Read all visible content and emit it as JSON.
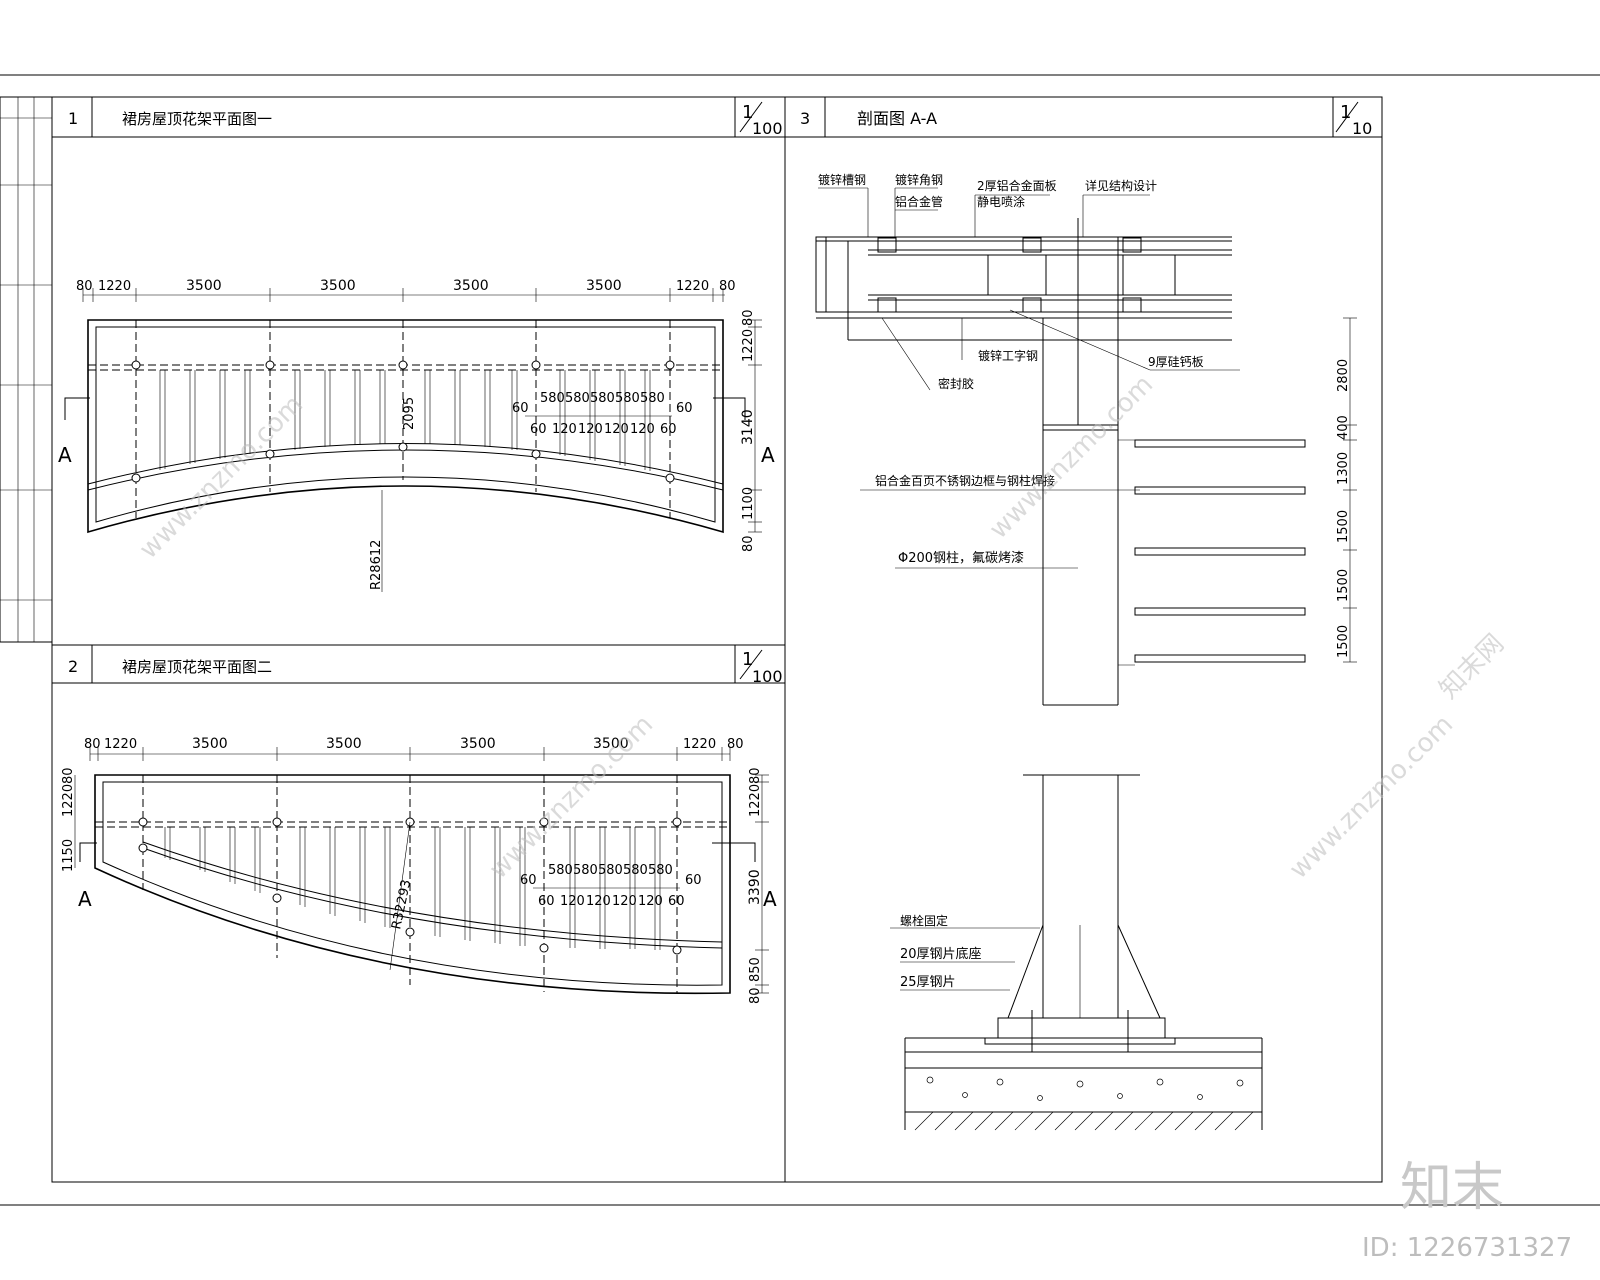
{
  "panel1": {
    "number": "1",
    "title": "裙房屋顶花架平面图一",
    "scale_num": "1",
    "scale_den": "100",
    "dims_top": [
      "80",
      "1220",
      "3500",
      "3500",
      "3500",
      "3500",
      "1220",
      "80"
    ],
    "dims_right": [
      "80",
      "1220",
      "3140",
      "1100",
      "80"
    ],
    "mid_dim": "2095",
    "slat_top": [
      "60",
      "580",
      "580",
      "580",
      "580",
      "580",
      "60"
    ],
    "slat_bottom": [
      "60",
      "120",
      "120",
      "120",
      "120",
      "60"
    ],
    "radius": "R28612",
    "section_mark": "A"
  },
  "panel2": {
    "number": "2",
    "title": "裙房屋顶花架平面图二",
    "scale_num": "1",
    "scale_den": "100",
    "dims_top": [
      "80",
      "1220",
      "3500",
      "3500",
      "3500",
      "3500",
      "1220",
      "80"
    ],
    "dims_left": [
      "1220",
      "80",
      "1150"
    ],
    "dims_right": [
      "1220",
      "80",
      "3390",
      "850",
      "80"
    ],
    "slat_top": [
      "60",
      "580",
      "580",
      "580",
      "580",
      "580",
      "60"
    ],
    "slat_bottom": [
      "60",
      "120",
      "120",
      "120",
      "120",
      "60"
    ],
    "radius": "R32293",
    "section_mark": "A"
  },
  "panel3": {
    "number": "3",
    "title": "剖面图 A-A",
    "scale_num": "1",
    "scale_den": "10",
    "labels": {
      "l1": "镀锌槽钢",
      "l2": "镀锌角钢",
      "l3": "铝合金管",
      "l4": "2厚铝合金面板",
      "l5": "静电喷涂",
      "l6": "详见结构设计",
      "l7": "镀锌工字钢",
      "l8": "9厚硅钙板",
      "l9": "密封胶",
      "l10": "铝合金百页不锈钢边框与钢柱焊接",
      "l11": "Φ200钢柱，氟碳烤漆",
      "l12": "螺栓固定",
      "l13": "20厚钢片底座",
      "l14": "25厚钢片"
    },
    "dims_right": [
      "2800",
      "400",
      "1300",
      "1500",
      "1500",
      "1500"
    ]
  },
  "watermark": {
    "logo": "知末",
    "id_text": "ID: 1226731327",
    "site": "www.znzmo.com",
    "brand": "知末网"
  }
}
